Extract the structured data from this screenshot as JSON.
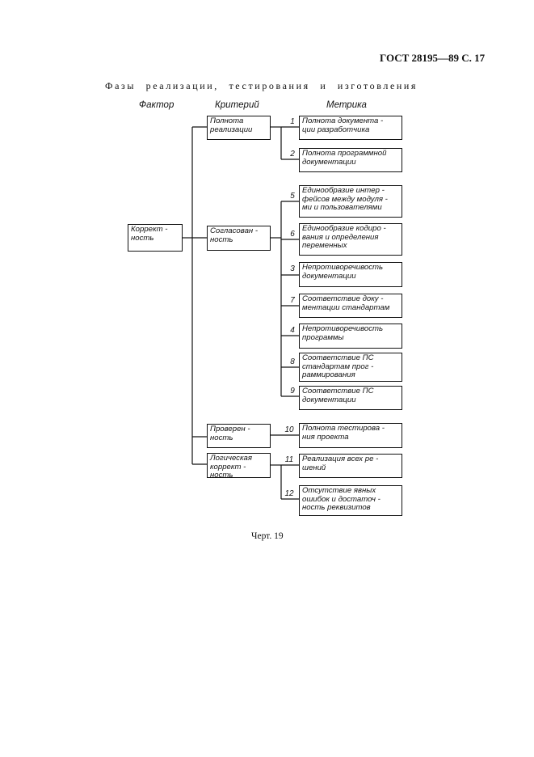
{
  "header": {
    "page_ref": "ГОСТ 28195—89 С. 17"
  },
  "subtitle": "Фазы реализации, тестирования и изготовления",
  "columns": {
    "factor": "Фактор",
    "criterion": "Критерий",
    "metric": "Метрика"
  },
  "factor": {
    "label": "Коррект -\nность"
  },
  "criteria": [
    {
      "label": "Полнота\nреализации"
    },
    {
      "label": "Согласован -\nность"
    },
    {
      "label": "Проверен -\nность"
    },
    {
      "label": "Логическая\nкоррект -\nность"
    }
  ],
  "metrics": [
    {
      "num": "1",
      "label": "Полнота документа -\nции разработчика"
    },
    {
      "num": "2",
      "label": "Полнота программной\nдокументации"
    },
    {
      "num": "5",
      "label": "Единообразие интер -\nфейсов между модуля -\nми и пользователями"
    },
    {
      "num": "6",
      "label": "Единообразие кодиро -\nвания и определения\nпеременных"
    },
    {
      "num": "3",
      "label": "Непротиворечивость\nдокументации"
    },
    {
      "num": "7",
      "label": "Соответствие доку -\nментации стандартам"
    },
    {
      "num": "4",
      "label": "Непротиворечивость\nпрограммы"
    },
    {
      "num": "8",
      "label": "Соответствие ПС\nстандартам прог -\nраммирования"
    },
    {
      "num": "9",
      "label": "Соответствие ПС\nдокументации"
    },
    {
      "num": "10",
      "label": "Полнота тестирова -\nния проекта"
    },
    {
      "num": "11",
      "label": "Реализация всех ре -\nшений"
    },
    {
      "num": "12",
      "label": "Отсутствие явных\nошибок и достаточ -\nность реквизитов"
    }
  ],
  "caption": "Черт. 19"
}
